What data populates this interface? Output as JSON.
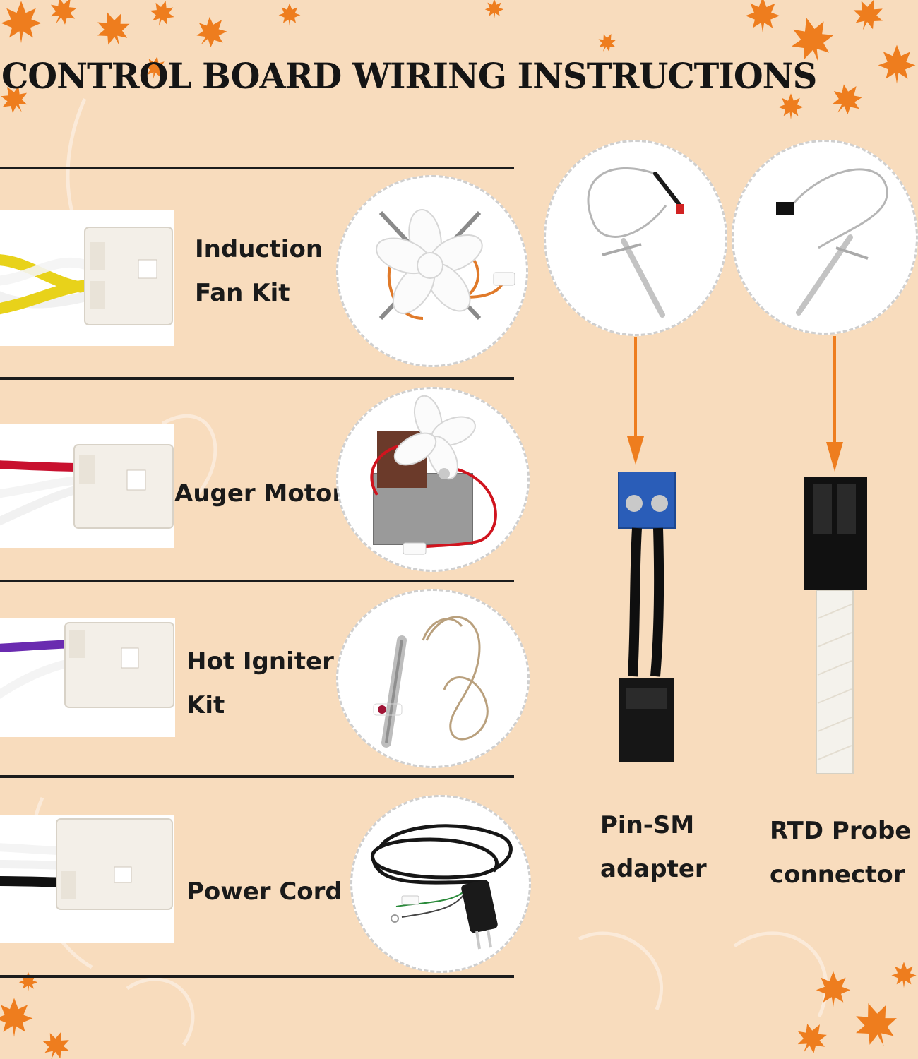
{
  "header": {
    "title": "CONTROL BOARD WIRING INSTRUCTIONS"
  },
  "parts": [
    {
      "label_line1": "Induction",
      "label_line2": "Fan Kit",
      "wire_colors": [
        "#e8d21a",
        "#ffffff"
      ]
    },
    {
      "label_line1": "Auger Motor",
      "label_line2": "",
      "wire_colors": [
        "#c8102e",
        "#ffffff"
      ]
    },
    {
      "label_line1": "Hot Igniter",
      "label_line2": "Kit",
      "wire_colors": [
        "#6a2bb0",
        "#ffffff"
      ]
    },
    {
      "label_line1": "Power Cord",
      "label_line2": "",
      "wire_colors": [
        "#ffffff",
        "#111111"
      ]
    }
  ],
  "probes": [
    {
      "label_line1": "Pin-SM",
      "label_line2": "adapter",
      "terminal_color": "#2a5db8"
    },
    {
      "label_line1": "RTD Probe",
      "label_line2": "connector",
      "terminal_color": "#111111"
    }
  ],
  "colors": {
    "background": "#f8dcbd",
    "accent_leaf": "#ee7d1e",
    "arrow": "#ee7d1e"
  }
}
